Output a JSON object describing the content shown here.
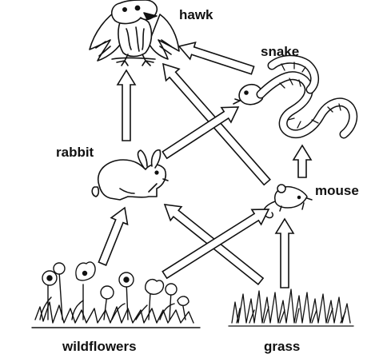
{
  "diagram": {
    "nodes": {
      "hawk": {
        "label": "hawk"
      },
      "snake": {
        "label": "snake"
      },
      "rabbit": {
        "label": "rabbit"
      },
      "mouse": {
        "label": "mouse"
      },
      "wildflowers": {
        "label": "wildflowers"
      },
      "grass": {
        "label": "grass"
      }
    },
    "edges": [
      {
        "from": "rabbit",
        "to": "hawk"
      },
      {
        "from": "snake",
        "to": "hawk"
      },
      {
        "from": "mouse",
        "to": "hawk"
      },
      {
        "from": "rabbit",
        "to": "snake"
      },
      {
        "from": "mouse",
        "to": "snake"
      },
      {
        "from": "wildflowers",
        "to": "rabbit"
      },
      {
        "from": "grass",
        "to": "rabbit"
      },
      {
        "from": "wildflowers",
        "to": "mouse"
      },
      {
        "from": "grass",
        "to": "mouse"
      }
    ],
    "colors": {
      "line": "#111111",
      "fill": "#ffffff"
    }
  }
}
